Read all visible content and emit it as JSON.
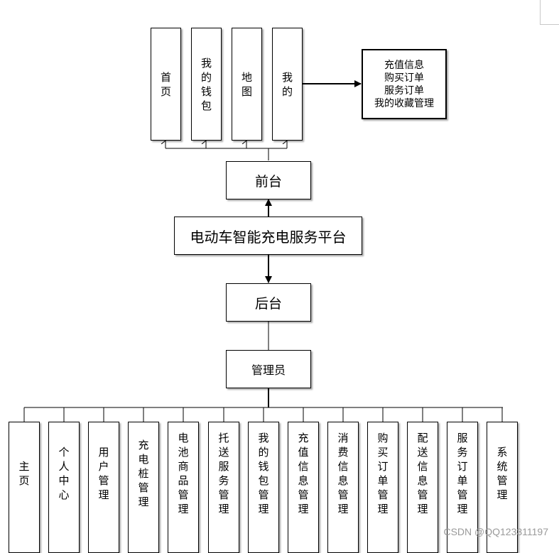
{
  "diagram": {
    "platform": "电动车智能充电服务平台",
    "frontend": {
      "label": "前台",
      "modules": [
        "首页",
        "我的钱包",
        "地图",
        "我的"
      ],
      "my_details": "充值信息\n购买订单\n服务订单\n我的收藏管理"
    },
    "backend": {
      "label": "后台",
      "admin": "管理员",
      "modules": [
        "主页",
        "个人中心",
        "用户管理",
        "充电桩管理",
        "电池商品管理",
        "托送服务管理",
        "我的钱包管理",
        "充值信息管理",
        "消费信息管理",
        "购买订单管理",
        "配送信息管理",
        "服务订单管理",
        "系统管理"
      ]
    }
  },
  "watermark": "CSDN @QQ123311197"
}
